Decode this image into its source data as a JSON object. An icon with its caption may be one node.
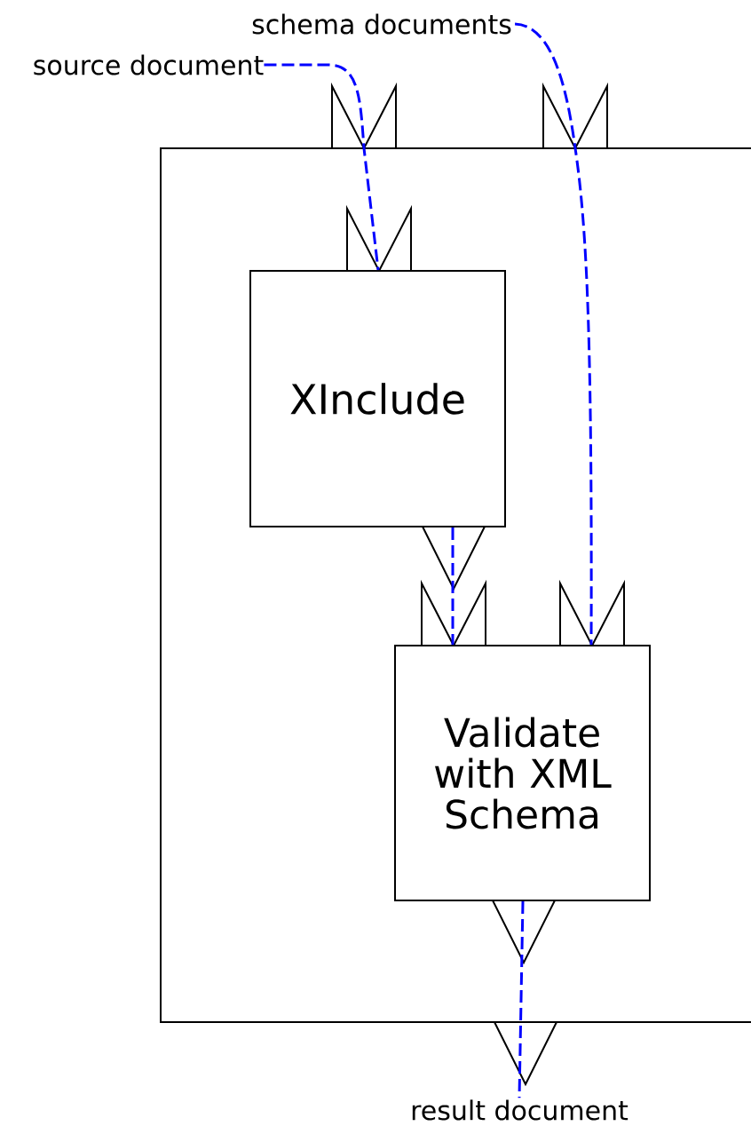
{
  "diagram": {
    "nodes": [
      {
        "text": [],
        "shape": "box"
      },
      {
        "text": [
          "XInclude"
        ],
        "in": 0
      },
      {
        "text": [
          "Validate with XML Schema"
        ],
        "in": 0
      },
      {
        "text": [
          "source document"
        ]
      },
      {
        "text": [
          "schema documents"
        ]
      },
      {
        "text": [
          "result document"
        ]
      }
    ],
    "edges": [
      {
        "from": 3,
        "to": 1,
        "arrow": "none",
        "style": "dashed",
        "color": "#0000ff"
      },
      {
        "from": 4,
        "to": 2,
        "arrow": "none",
        "style": "dashed",
        "color": "#0000ff"
      },
      {
        "from": 1,
        "to": 2,
        "arrow": "none",
        "style": "dashed",
        "color": "#0000ff"
      },
      {
        "from": 2,
        "to": 5,
        "arrow": "none",
        "style": "dashed",
        "color": "#0000ff"
      }
    ]
  }
}
